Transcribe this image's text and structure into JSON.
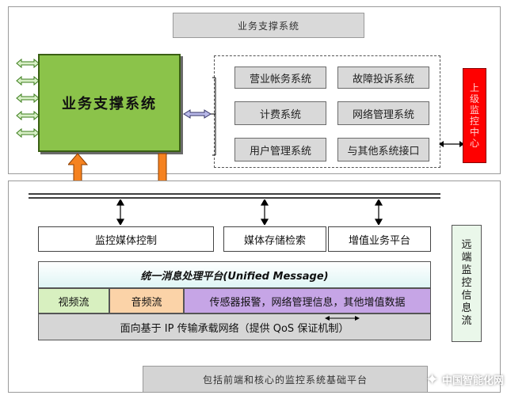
{
  "top_section": {
    "header_label": "业务支撑系统",
    "main_box_label": "业务支撑系统",
    "subsystems": [
      "营业帐务系统",
      "故障投诉系统",
      "计费系统",
      "网络管理系统",
      "用户管理系统",
      "与其他系统接口"
    ],
    "upper_center_chars": [
      "上",
      "级",
      "监",
      "控",
      "中",
      "心"
    ]
  },
  "bottom_section": {
    "modules": [
      "监控媒体控制",
      "媒体存储检索",
      "增值业务平台"
    ],
    "side_label_chars": [
      "远",
      "端",
      "监",
      "控",
      "信",
      "息",
      "流"
    ],
    "message_platform_title": "统一消息处理平台(Unified Message)",
    "streams": [
      "视频流",
      "音频流",
      "传感器报警，网络管理信息，其他增值数据"
    ],
    "network_label": "面向基于 IP 传输承载网络（提供 QoS 保证机制）",
    "footer_label": "包括前端和核心的监控系统基础平台"
  },
  "watermark": "中国智能化网"
}
